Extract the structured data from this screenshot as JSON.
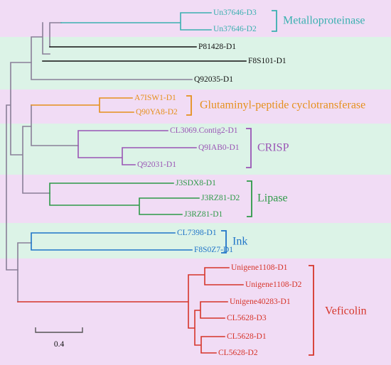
{
  "colors": {
    "band_purple": "#f1dcf5",
    "band_green": "#dcf3e7",
    "metalloproteinase": "#3ab0b0",
    "glutaminyl": "#e5901c",
    "crisp": "#9a55b5",
    "lipase": "#2e9a48",
    "ink": "#1f74c8",
    "veficolin": "#d6352a",
    "backbone": "#8a7f98",
    "black": "#111111",
    "scale": "#555555"
  },
  "tree": {
    "leaves": {
      "un37646_d3": "Un37646-D3",
      "un37646_d2": "Un37646-D2",
      "p81428_d1": "P81428-D1",
      "f8s101_d1": "F8S101-D1",
      "q92035_d1": "Q92035-D1",
      "a7isw1_d1": "A7ISW1-D1",
      "q90ya8_d2": "Q90YA8-D2",
      "cl3069_d1": "CL3069.Contig2-D1",
      "q9iab0_d1": "Q9IAB0-D1",
      "q92031_d1": "Q92031-D1",
      "j3sdx8_d1": "J3SDX8-D1",
      "j3rz81_d2": "J3RZ81-D2",
      "j3rz81_d1": "J3RZ81-D1",
      "cl7398_d1": "CL7398-D1",
      "f8s0z7_d1": "F8S0Z7-D1",
      "unigene1108_d1": "Unigene1108-D1",
      "unigene1108_d2": "Unigene1108-D2",
      "unigene40283_d1": "Unigene40283-D1",
      "cl5628_d3": "CL5628-D3",
      "cl5628_d1": "CL5628-D1",
      "cl5628_d2": "CL5628-D2"
    },
    "groups": {
      "metalloproteinase": "Metalloproteinase",
      "glutaminyl": "Glutaminyl-peptide cyclotransferase",
      "crisp": "CRISP",
      "lipase": "Lipase",
      "ink": "Ink",
      "veficolin": "Veficolin"
    },
    "scale_bar_label": "0.4"
  }
}
